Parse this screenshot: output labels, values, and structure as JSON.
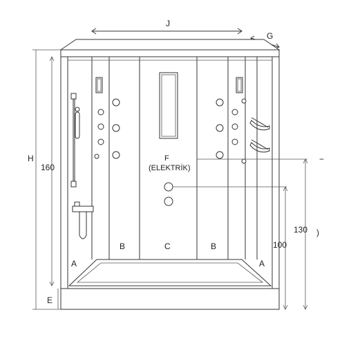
{
  "dimensions": {
    "width_label": "J",
    "depth_label": "G",
    "height_label": "H",
    "cabin_height": "160",
    "base_label": "E",
    "inlet_height_1": "130",
    "inlet_height_2": "100",
    "right_mark": "−",
    "right_mark_2": ")"
  },
  "parts": {
    "side_left": "A",
    "side_right": "A",
    "panel_left": "B",
    "panel_right": "B",
    "center": "C",
    "electric_letter": "F",
    "electric_name": "(ELEKTRİK)"
  }
}
